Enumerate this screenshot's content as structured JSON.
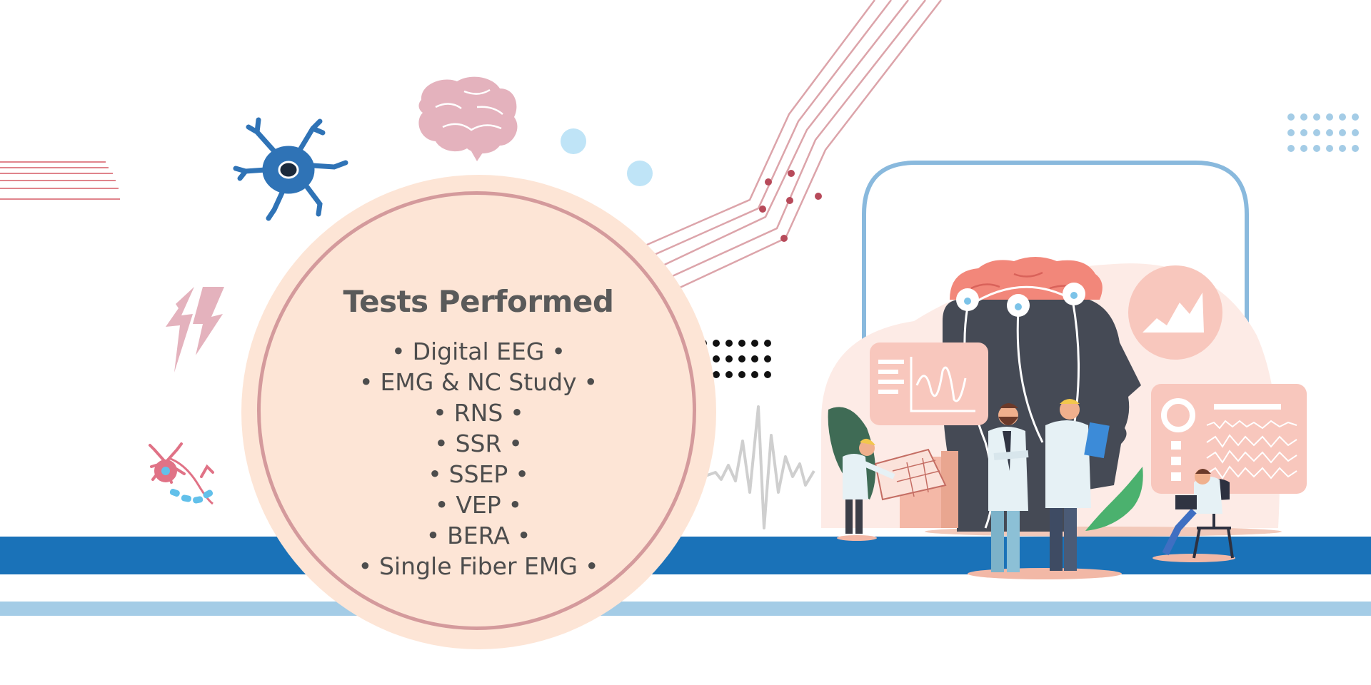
{
  "colors": {
    "circle_fill": "#fde5d6",
    "circle_ring": "#d49a9c",
    "band_dark": "#1a72b8",
    "band_light": "#a4cce6",
    "neuron_blue": "#2f73b6",
    "brain_pink": "#e4b2bd",
    "accent_coral": "#f2877a",
    "panel_salmon": "#f8c7bd",
    "head_dark": "#454a55",
    "frame_blue": "#89b9dd"
  },
  "panel": {
    "title": "Tests Performed",
    "tests": [
      "Digital EEG",
      "EMG & NC Study",
      "RNS",
      "SSR",
      "SSEP",
      "VEP",
      "BERA",
      "Single Fiber EMG"
    ]
  },
  "decor": {
    "icons": [
      "neuron-icon",
      "brain-icon",
      "lightning-icon",
      "nerve-cell-icon",
      "heartbeat-icon"
    ],
    "illustration": "doctors-brain-scan-illustration"
  }
}
